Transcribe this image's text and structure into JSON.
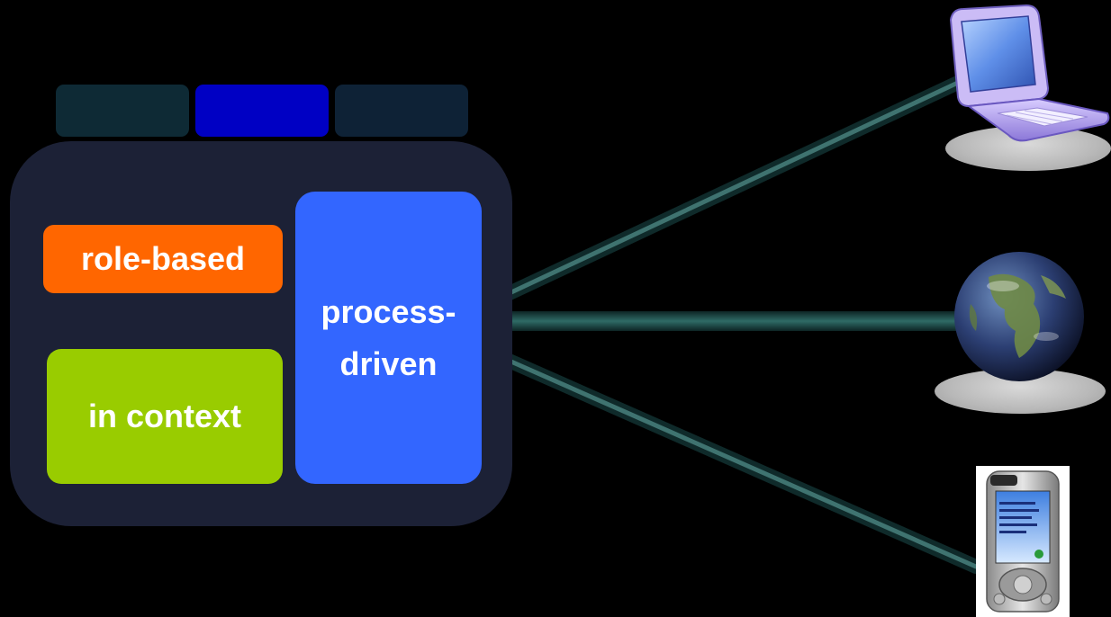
{
  "colors": {
    "background": "#000000",
    "panel": "#1c2136",
    "tab_left": "#0e2a35",
    "tab_middle": "#0000c4",
    "tab_right": "#0e2236",
    "role_box": "#ff6600",
    "context_box": "#99cc00",
    "process_box": "#3366ff",
    "connector": "#3f6f6f"
  },
  "diagram": {
    "role_label": "role-based",
    "context_label": "in context",
    "process_label_line1": "process-",
    "process_label_line2": "driven"
  },
  "devices": [
    {
      "name": "laptop-icon"
    },
    {
      "name": "globe-icon"
    },
    {
      "name": "pda-icon"
    }
  ]
}
